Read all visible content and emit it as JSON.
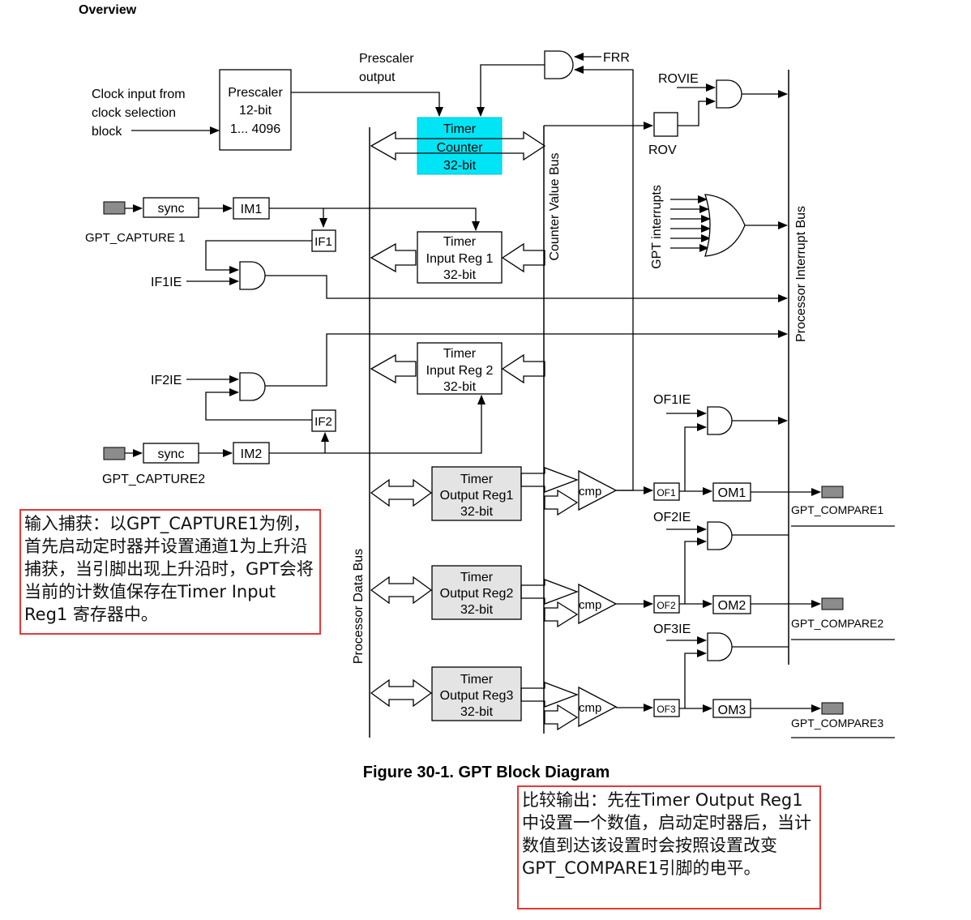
{
  "header": {
    "section": "Overview"
  },
  "caption": "Figure 30-1. GPT Block Diagram",
  "labels": {
    "prescaler_output": [
      "Prescaler",
      "output"
    ],
    "clock_input": [
      "Clock input from",
      "clock selection",
      "block"
    ],
    "prescaler_block": [
      "Prescaler",
      "12-bit",
      "1... 4096"
    ],
    "timer_counter": [
      "Timer",
      "Counter",
      "32-bit"
    ],
    "frr": "FRR",
    "rovie": "ROVIE",
    "rov": "ROV",
    "counter_value_bus": "Counter Value Bus",
    "processor_data_bus": "Processor Data Bus",
    "processor_interrupt_bus": "Processor Interrupt Bus",
    "gpt_interrupts": "GPT interrupts",
    "sync": "sync",
    "im1": "IM1",
    "im2": "IM2",
    "if1": "IF1",
    "if2": "IF2",
    "if1ie": "IF1IE",
    "if2ie": "IF2IE",
    "gpt_capture1": "GPT_CAPTURE 1",
    "gpt_capture2": "GPT_CAPTURE2",
    "input_reg1": [
      "Timer",
      "Input Reg 1",
      "32-bit"
    ],
    "input_reg2": [
      "Timer",
      "Input Reg 2",
      "32-bit"
    ],
    "output_regs": [
      [
        "Timer",
        "Output Reg1",
        "32-bit"
      ],
      [
        "Timer",
        "Output Reg2",
        "32-bit"
      ],
      [
        "Timer",
        "Output Reg3",
        "32-bit"
      ]
    ],
    "cmp": "cmp",
    "of": [
      "OF1",
      "OF2",
      "OF3"
    ],
    "ofie": [
      "OF1IE",
      "OF2IE",
      "OF3IE"
    ],
    "om": [
      "OM1",
      "OM2",
      "OM3"
    ],
    "gpt_compare": [
      "GPT_COMPARE1",
      "GPT_COMPARE2",
      "GPT_COMPARE3"
    ]
  },
  "notes": {
    "capture": "输入捕获：以GPT_CAPTURE1为例，首先启动定时器并设置通道1为上升沿捕获，当引脚出现上升沿时，GPT会将当前的计数值保存在Timer Input Reg1 寄存器中。",
    "compare": "比较输出：先在Timer Output Reg1中设置一个数值，启动定时器后，当计数值到达该设置时会按照设置改变GPT_COMPARE1引脚的电平。"
  },
  "colors": {
    "timer_counter_fill": "#00e5f5",
    "output_reg_fill": "#e4e4e4",
    "pin_fill": "#8c8c8c",
    "annotation_border": "#e53935"
  }
}
